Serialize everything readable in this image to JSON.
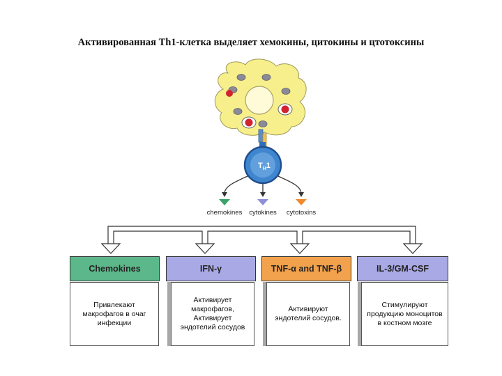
{
  "title": "Активированная Th1-клетка выделяет хемокины, цитокины и цтотоксины",
  "cell_label": "T",
  "cell_label_sub": "H",
  "cell_label_num": "1",
  "mediators": [
    {
      "label": "chemokines",
      "color": "#3aa36a"
    },
    {
      "label": "cytokines",
      "color": "#8f8fd8"
    },
    {
      "label": "cytotoxins",
      "color": "#f08a30"
    }
  ],
  "boxes": [
    {
      "header": "Chemokines",
      "header_color": "#5cb88a",
      "body": "Привлекают макрофагов в очаг инфекции"
    },
    {
      "header": "IFN-γ",
      "header_color": "#a9a9e6",
      "body": "Активирует макрофагов, Активирует эндотелий сосудов"
    },
    {
      "header": "TNF-α and TNF-β",
      "header_color": "#f2a24c",
      "body": "Активируют эндотелий сосудов."
    },
    {
      "header": "IL-3/GM-CSF",
      "header_color": "#a9a9e6",
      "body": "Стимулируют продукцию моноцитов в костном мозге"
    }
  ]
}
